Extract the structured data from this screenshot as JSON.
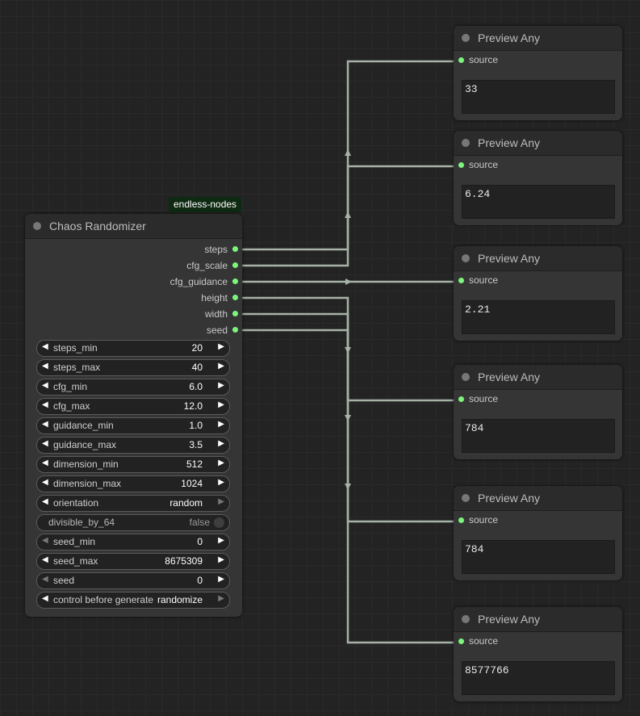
{
  "badge": "endless-nodes",
  "chaos_node": {
    "title": "Chaos Randomizer",
    "outputs": [
      {
        "label": "steps"
      },
      {
        "label": "cfg_scale"
      },
      {
        "label": "cfg_guidance"
      },
      {
        "label": "height"
      },
      {
        "label": "width"
      },
      {
        "label": "seed"
      }
    ],
    "widgets": [
      {
        "label": "steps_min",
        "value": "20"
      },
      {
        "label": "steps_max",
        "value": "40"
      },
      {
        "label": "cfg_min",
        "value": "6.0"
      },
      {
        "label": "cfg_max",
        "value": "12.0"
      },
      {
        "label": "guidance_min",
        "value": "1.0"
      },
      {
        "label": "guidance_max",
        "value": "3.5"
      },
      {
        "label": "dimension_min",
        "value": "512"
      },
      {
        "label": "dimension_max",
        "value": "1024"
      },
      {
        "label": "orientation",
        "value": "random"
      },
      {
        "label": "divisible_by_64",
        "value": "false"
      },
      {
        "label": "seed_min",
        "value": "0"
      },
      {
        "label": "seed_max",
        "value": "8675309"
      },
      {
        "label": "seed",
        "value": "0"
      },
      {
        "label": "control before generate",
        "value": "randomize"
      }
    ]
  },
  "preview_nodes": [
    {
      "title": "Preview Any",
      "input": "source",
      "value": "33"
    },
    {
      "title": "Preview Any",
      "input": "source",
      "value": "6.24"
    },
    {
      "title": "Preview Any",
      "input": "source",
      "value": "2.21"
    },
    {
      "title": "Preview Any",
      "input": "source",
      "value": "784"
    },
    {
      "title": "Preview Any",
      "input": "source",
      "value": "784"
    },
    {
      "title": "Preview Any",
      "input": "source",
      "value": "8577766"
    }
  ],
  "colors": {
    "link": "#a6b3a6",
    "slot_dot": "#7cf57c",
    "badge_bg": "#0f2a12"
  }
}
